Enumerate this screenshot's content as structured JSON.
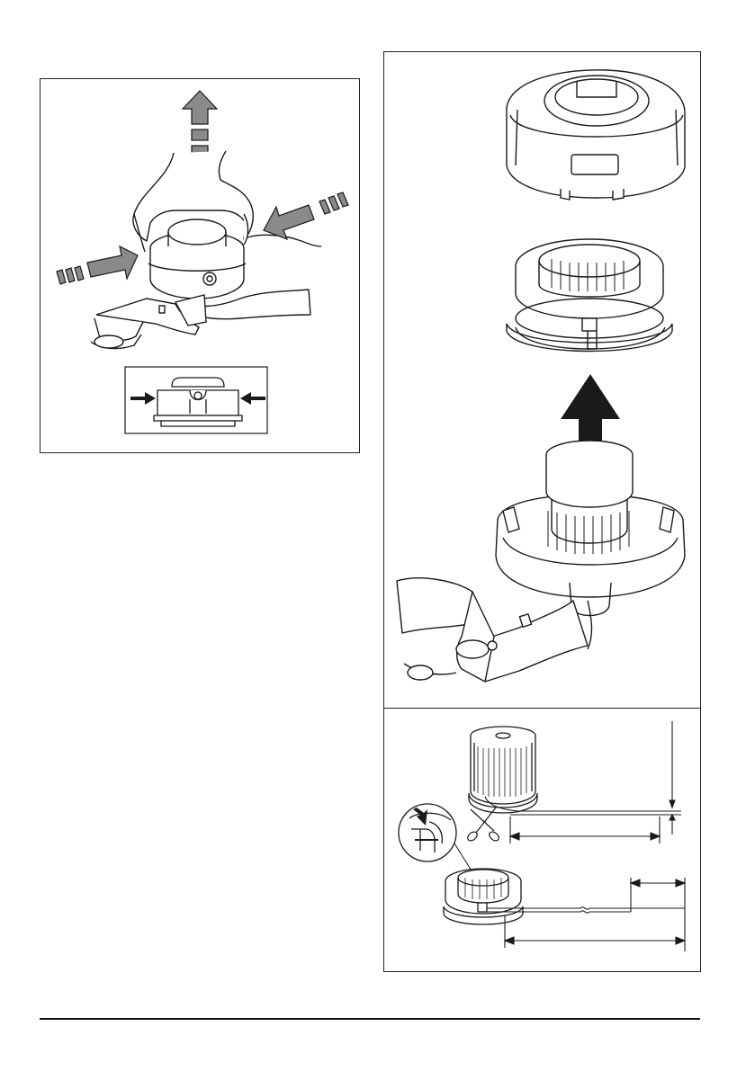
{
  "colors": {
    "line": "#1a1a1a",
    "arrow_gray": "#8a8a8a",
    "arrow_dark": "#1a1a1a",
    "fill": "#ffffff"
  },
  "figures": [
    {
      "id": "remove-cover",
      "icons": [
        "hand-icon",
        "trimmer-head-icon",
        "arrow-up-icon",
        "arrow-right-icon",
        "arrow-left-icon"
      ]
    },
    {
      "id": "spool-exploded",
      "icons": [
        "cover-icon",
        "spool-icon",
        "hub-icon",
        "arrow-up-icon",
        "trimmer-shaft-icon"
      ]
    },
    {
      "id": "wind-line",
      "icons": [
        "line-reel-icon",
        "scissors-icon",
        "spool-icon",
        "magnifier-icon"
      ]
    }
  ]
}
